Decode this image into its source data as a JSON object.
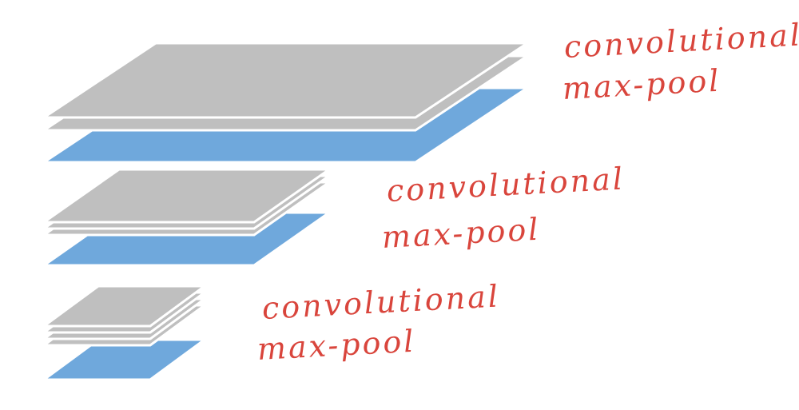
{
  "stages": [
    {
      "conv_label": "convolutional",
      "pool_label": "max-pool",
      "conv_sheets": 2
    },
    {
      "conv_label": "convolutional",
      "pool_label": "max-pool",
      "conv_sheets": 3
    },
    {
      "conv_label": "convolutional",
      "pool_label": "max-pool",
      "conv_sheets": 4
    }
  ],
  "colors": {
    "conv_sheet": "#bfbfbf",
    "pool_sheet": "#6fa8dc",
    "label_text": "#d9453c"
  }
}
